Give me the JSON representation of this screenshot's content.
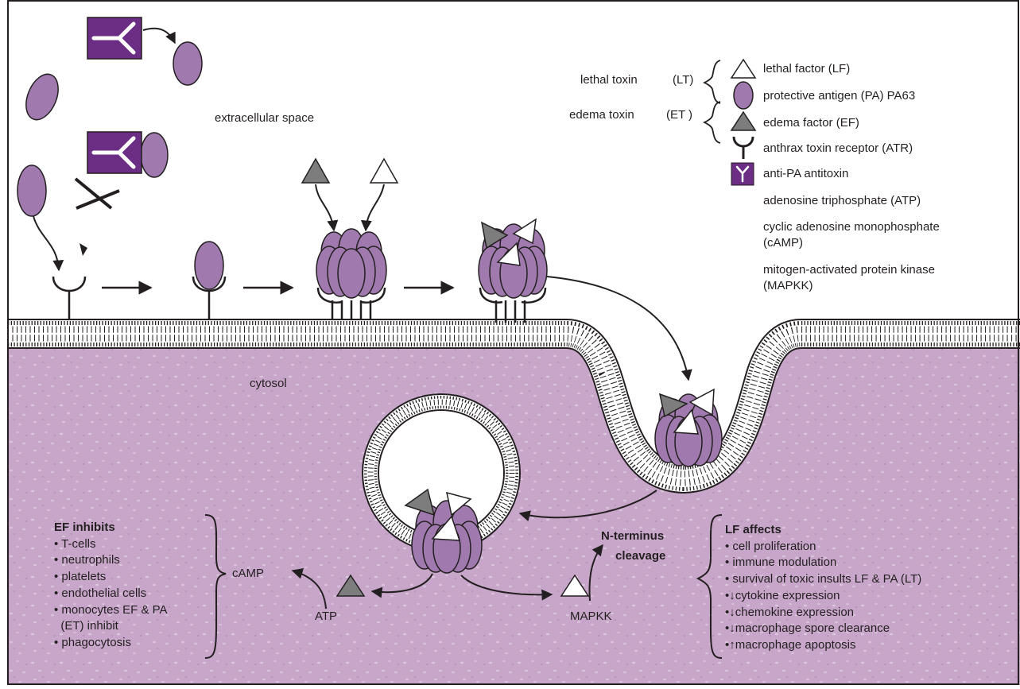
{
  "labels": {
    "extracellular": "extracellular space",
    "cytosol": "cytosol",
    "camp": "cAMP",
    "atp": "ATP",
    "mapkk": "MAPKK",
    "nterm_line1": "N-terminus",
    "nterm_line2": "cleavage"
  },
  "legend": {
    "lt_group": "lethal toxin",
    "lt_abbr": "(LT)",
    "et_group": "edema toxin",
    "et_abbr": "(ET )",
    "items": [
      {
        "icon": "white-triangle",
        "label": "lethal factor (LF)"
      },
      {
        "icon": "purple-oval",
        "label": "protective antigen (PA) PA63"
      },
      {
        "icon": "gray-triangle",
        "label": "edema factor (EF)"
      },
      {
        "icon": "receptor",
        "label": "anthrax toxin receptor (ATR)"
      },
      {
        "icon": "antitoxin-box",
        "label": "anti-PA antitoxin"
      },
      {
        "icon": "",
        "label": "adenosine triphosphate (ATP)"
      },
      {
        "icon": "",
        "label": "cyclic adenosine monophosphate"
      },
      {
        "icon": "",
        "label": "(cAMP)"
      },
      {
        "icon": "",
        "label": "mitogen-activated protein kinase"
      },
      {
        "icon": "",
        "label": "(MAPKK)"
      }
    ]
  },
  "ef_inhibits": {
    "title": "EF inhibits",
    "items": [
      "• T-cells",
      "• neutrophils",
      "• platelets",
      "• endothelial cells",
      "• monocytes EF & PA",
      "  (ET) inhibit",
      "• phagocytosis"
    ]
  },
  "lf_affects": {
    "title": "LF affects",
    "items": [
      "• cell proliferation",
      "• immune modulation",
      "• survival of toxic insults LF & PA (LT)",
      "•↓cytokine expression",
      "•↓chemokine expression",
      "•↓macrophage spore clearance",
      "•↑macrophage apoptosis"
    ]
  },
  "colors": {
    "purple": "#a07aaf",
    "dark_purple": "#6b2e84",
    "cytosol": "#c7a6c9",
    "gray": "#7d7d7d",
    "outline": "#231f20"
  }
}
